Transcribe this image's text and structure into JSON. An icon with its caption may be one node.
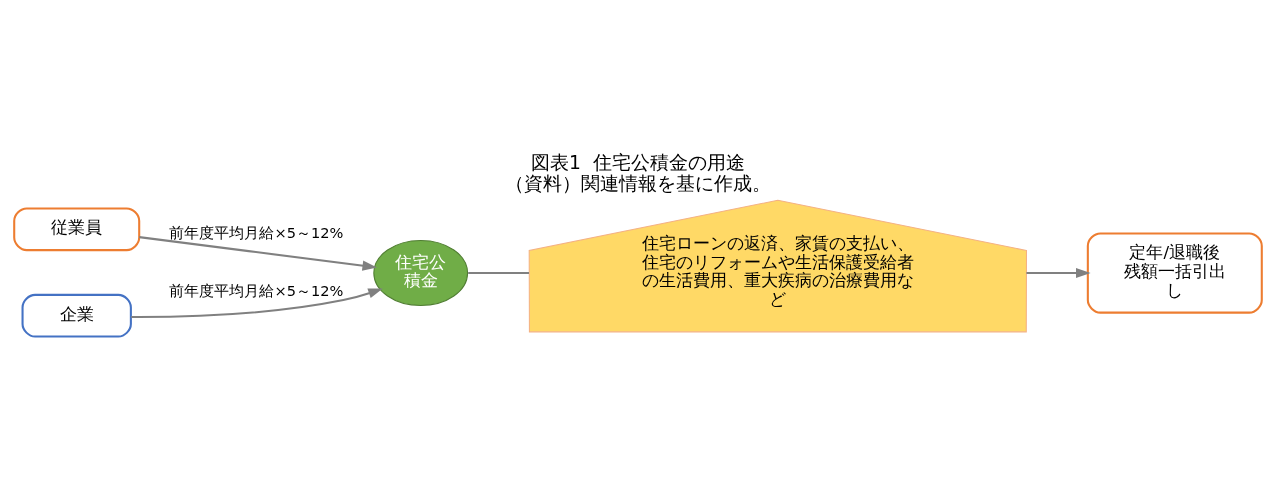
{
  "diagram": {
    "title": "図表1  住宅公積金の用途",
    "caption": "（資料）関連情報を基に作成。",
    "nodes": [
      {
        "text": [
          "従業員"
        ]
      },
      {
        "text": [
          "企業"
        ]
      },
      {
        "text": [
          "住宅公積金"
        ]
      },
      {
        "text": [
          "住宅ローンの返済、家賃の支払い、住宅のリフォームや生活保護受給者の生活費用、重大疾病の治療費用など"
        ]
      },
      {
        "text": [
          "定年/退職後残額一括引出し"
        ]
      }
    ],
    "edges": [
      {
        "from": 0,
        "to": 2,
        "arrow": "to",
        "label": "前年度平均月給×5～12%"
      },
      {
        "from": 1,
        "to": 2,
        "arrow": "to",
        "label": "前年度平均月給×5～12%"
      },
      {
        "from": 2,
        "to": 3,
        "arrow": "none"
      },
      {
        "from": 3,
        "to": 4,
        "arrow": "to"
      }
    ]
  }
}
